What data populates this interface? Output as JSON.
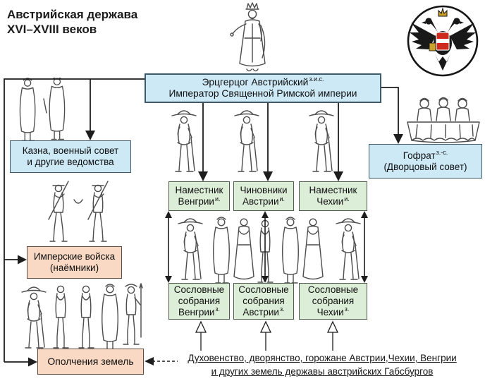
{
  "title": {
    "line1": "Австрийская держава",
    "line2": "XVI–XVIII веков"
  },
  "emperor_box": {
    "line1": "Эрцгерцог Австрийский",
    "sup": "з.и.с.",
    "line2": "Император Священной Римской империи"
  },
  "treasury_box": {
    "line1": "Казна, военный совет",
    "line2": "и другие ведомства"
  },
  "hofrat_box": {
    "line1": "Гофрат",
    "sup": "з.-с.",
    "line2": "(Дворцовый совет)"
  },
  "governors": [
    {
      "line1": "Наместник",
      "line2": "Венгрии",
      "sup": "и."
    },
    {
      "line1": "Чиновники",
      "line2": "Австрии",
      "sup": "и."
    },
    {
      "line1": "Наместник",
      "line2": "Чехии",
      "sup": "и."
    }
  ],
  "assemblies": [
    {
      "line1": "Сословные",
      "line2": "собрания",
      "line3": "Венгрии",
      "sup": "з."
    },
    {
      "line1": "Сословные",
      "line2": "собрания",
      "line3": "Австрии",
      "sup": "з."
    },
    {
      "line1": "Сословные",
      "line2": "собрания",
      "line3": "Чехии",
      "sup": "з."
    }
  ],
  "imperial_troops_box": {
    "line1": "Имперские войска",
    "line2": "(наёмники)"
  },
  "militia_box": {
    "label": "Ополчения земель"
  },
  "footer": {
    "line1": "Духовенство, дворянство, горожане Австрии,Чехии, Венгрии",
    "line2": "и других земель державы австрийских Габсбургов"
  },
  "illustrations": {
    "monarch": "monarch-figure",
    "emblem": "habsburg-double-eagle-emblem",
    "officials": "two-officials",
    "governor_figures": "noblemen-with-canes",
    "council": "court-council-at-table",
    "mercenaries": "mercenary-soldiers",
    "estates_people": "estates-representatives",
    "militia_men": "land-militia-men"
  },
  "colors": {
    "box_blue": "#cde9f6",
    "box_green": "#dcedd8",
    "box_pink": "#f9d9c3",
    "border_blue": "#3e5a68",
    "line": "#1d1d1d",
    "eagle_black": "#191919",
    "shield_red": "#cc2a1e",
    "crown_gold": "#c9a227"
  }
}
